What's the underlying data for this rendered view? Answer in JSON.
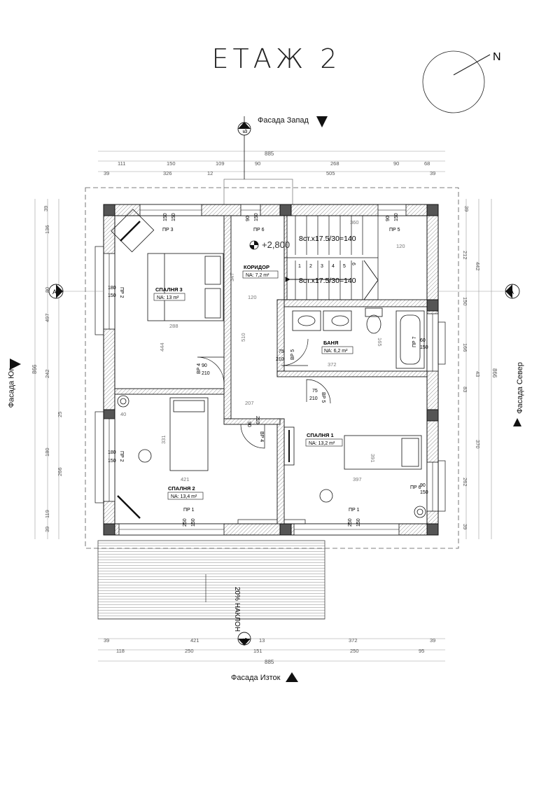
{
  "title": "ЕТАЖ 2",
  "north_label": "N",
  "facades": {
    "west": "Фасада Запад",
    "south": "Фасада Юг",
    "north": "Фасада Север",
    "east": "Фасада Изток"
  },
  "section_marks": {
    "b": "Б",
    "a": "А"
  },
  "rooms": {
    "bedroom3": {
      "name": "СПАЛНЯ 3",
      "area": "NA: 13 m²"
    },
    "corridor": {
      "name": "КОРИДОР",
      "area": "NA: 7,2 m²"
    },
    "bathroom": {
      "name": "БАНЯ",
      "area": "NA: 6,2 m²"
    },
    "bedroom2": {
      "name": "СПАЛНЯ 2",
      "area": "NA: 13,4 m²"
    },
    "bedroom1": {
      "name": "СПАЛНЯ 1",
      "area": "NA: 13,2 m²"
    }
  },
  "stairs": {
    "upper": "8ст.х17.5/30=140",
    "lower": "8ст.х17.5/30=140",
    "level": "+2,800",
    "steps": [
      "1",
      "2",
      "3",
      "4",
      "5",
      "6"
    ]
  },
  "slope_label": "20% НАКЛОН",
  "openings": {
    "pr3": {
      "name": "ПР 3",
      "dims": [
        "150",
        "150"
      ]
    },
    "pr6_top": {
      "name": "ПР 6",
      "dims": [
        "90",
        "150"
      ]
    },
    "pr5": {
      "name": "ПР 5",
      "dims": [
        "90",
        "150"
      ]
    },
    "pr2_upper": {
      "name": "ПР 2",
      "dims": [
        "180",
        "150"
      ]
    },
    "pr2_lower": {
      "name": "ПР 2",
      "dims": [
        "180",
        "150"
      ]
    },
    "pr7": {
      "name": "ПР 7",
      "dims": [
        "60",
        "150"
      ]
    },
    "pr1_left": {
      "name": "ПР 1",
      "dims": [
        "250",
        "150"
      ]
    },
    "pr1_right": {
      "name": "ПР 1",
      "dims": [
        "250",
        "150"
      ]
    },
    "pr6_right": {
      "name": "ПР 6",
      "dims": [
        "90",
        "150"
      ]
    },
    "vr4_a": {
      "name": "ВР 4",
      "dims": [
        "90",
        "210"
      ]
    },
    "vr4_b": {
      "name": "ВР 4",
      "dims": [
        "90",
        "210"
      ]
    },
    "vr5_a": {
      "name": "ВР 5",
      "dims": [
        "75",
        "210"
      ]
    },
    "vr5_b": {
      "name": "ВР 5",
      "dims": [
        "75",
        "210"
      ]
    }
  },
  "dims_top": {
    "overall": "885",
    "row1": [
      "111",
      "150",
      "109",
      "90",
      "268",
      "90",
      "68"
    ],
    "row2": [
      "39",
      "326",
      "12",
      "505",
      "39"
    ]
  },
  "dims_bottom": {
    "row1": [
      "39",
      "421",
      "13",
      "372",
      "39"
    ],
    "row2": [
      "118",
      "250",
      "151",
      "250",
      "95"
    ],
    "overall": "885"
  },
  "dims_left": {
    "overall": "866",
    "row1": [
      "39",
      "136",
      "80",
      "497",
      "242",
      "25",
      "180",
      "266",
      "119",
      "39"
    ]
  },
  "dims_right": {
    "overall": "866",
    "row1": [
      "39",
      "212",
      "442",
      "150",
      "166",
      "83",
      "43",
      "370",
      "262",
      "39"
    ]
  },
  "dims_interior": {
    "stair_top": "360",
    "stair_mid": "120",
    "corr_width": "120",
    "corr_height": "347",
    "corr_len": "510",
    "bed3_width": "288",
    "bed3_depth": "444",
    "bed2_width": "421",
    "bed2_depth": "331",
    "bed2_small": "40",
    "hall": "207",
    "bath_width": "372",
    "bath_depth": "165",
    "bed1_width": "397",
    "bed1_depth": "391"
  },
  "colors": {
    "line": "#111111",
    "wall_fill": "#d9d9d9",
    "dim_line": "#9a9a9a"
  }
}
